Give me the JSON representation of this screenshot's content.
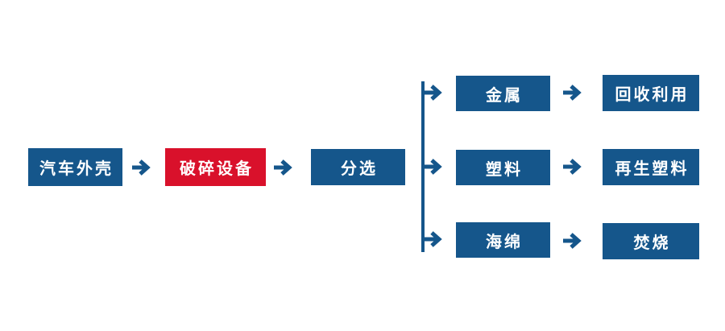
{
  "page": {
    "background": "#ffffff",
    "description_label": "automobile shell recycling process flowchart"
  },
  "colors": {
    "primary_blue": "#15568B",
    "accent_red": "#D9112B",
    "text_white": "#ffffff",
    "page_background": "#ffffff"
  },
  "icons": {
    "arrow": "arrow-right-icon"
  },
  "flow": {
    "main": [
      {
        "id": "car-shell",
        "label": "汽车外壳",
        "variant": "blue"
      },
      {
        "id": "crusher",
        "label": "破碎设备",
        "variant": "red"
      },
      {
        "id": "sorting",
        "label": "分选",
        "variant": "blue"
      }
    ],
    "branches": [
      {
        "material": "金属",
        "result": "回收利用"
      },
      {
        "material": "塑料",
        "result": "再生塑料"
      },
      {
        "material": "海绵",
        "result": "焚烧"
      }
    ]
  }
}
